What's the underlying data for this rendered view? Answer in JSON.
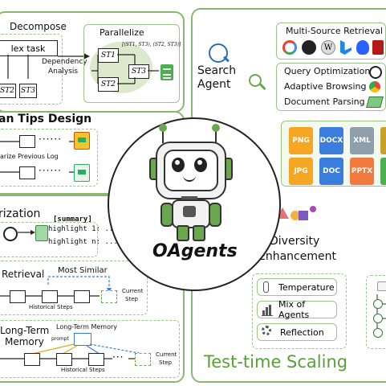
{
  "left_top": {
    "decompose_label": "Decompose",
    "task_label": "lex task",
    "st2": "ST2",
    "st3": "ST3",
    "dependency_label": "Dependency",
    "analysis_label": "Analysis",
    "parallelize_label": "Parallelize",
    "sets_label": "[(ST1, ST3), (ST2, ST3)]",
    "st1": "ST1",
    "st2b": "ST2",
    "st3b": "ST3"
  },
  "tips": {
    "title": "an Tips Design",
    "caption": "arize Previous Log"
  },
  "summarization": {
    "title": "rization",
    "summary_line": "[summary]",
    "highlight1": "highlight 1: ...",
    "highlightn": "highlight n: ..."
  },
  "retrieval": {
    "title": "Retrieval",
    "most_similar": "Most Similar",
    "historical": "Historical Steps",
    "current1": "Current",
    "current2": "Step"
  },
  "long_term": {
    "title1": "Long-Term",
    "title2": "Memory",
    "ltm_label": "Long-Term Memory",
    "prompt": "prompt",
    "historical": "Historical Steps",
    "current1": "Current",
    "current2": "Step"
  },
  "search_agent": {
    "title1": "Search",
    "title2": "Agent",
    "multi_source": "Multi-Source Retrieval",
    "query_opt": "Query Optimization",
    "adaptive": "Adaptive Browsing",
    "doc_parse": "Document Parsing"
  },
  "file_types": [
    "PNG",
    "DOCX",
    "XML",
    "JPG",
    "DOC",
    "PPTX"
  ],
  "center": {
    "logo": "OAgents"
  },
  "diversity": {
    "title1": "Diversity",
    "title2": "Enhancement",
    "temperature": "Temperature",
    "mix": "Mix of Agents",
    "reflection": "Reflection"
  },
  "test_time": {
    "title": "Test-time Scaling"
  },
  "colors": {
    "panel_border": "#8bb870",
    "accent_green": "#6aa84f",
    "title_green": "#5a9e3a"
  }
}
